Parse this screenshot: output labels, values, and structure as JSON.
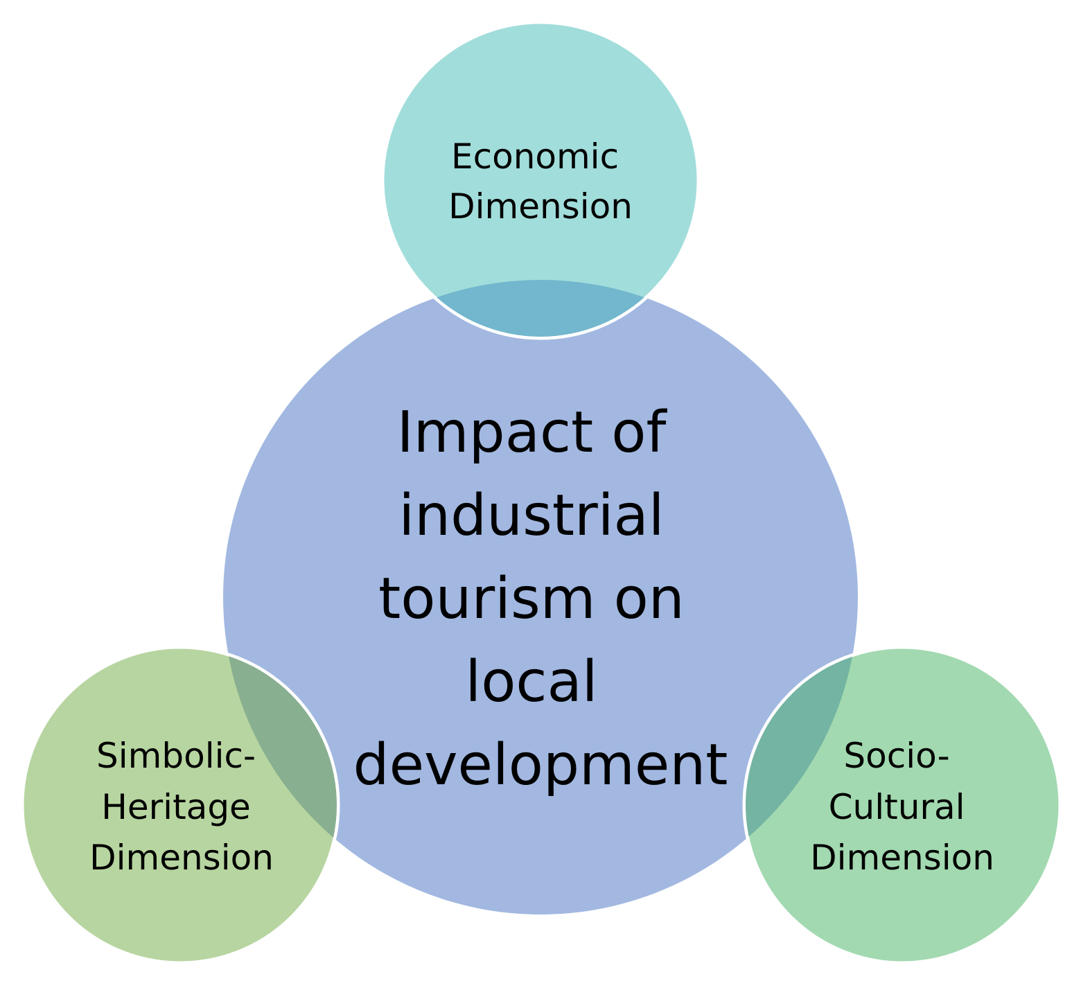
{
  "diagram": {
    "center": {
      "lines": [
        "Impact of",
        "industrial",
        "tourism on",
        "local",
        "development"
      ],
      "color": "#A2B8E1"
    },
    "economic": {
      "lines": [
        "Economic",
        "Dimension"
      ],
      "color": "#A1DDDB"
    },
    "symbolic": {
      "lines": [
        "Simbolic-",
        "Heritage",
        "Dimension"
      ],
      "color": "#B7D5A0"
    },
    "socio": {
      "lines": [
        "Socio-",
        "Cultural",
        "Dimension"
      ],
      "color": "#A2D9B0"
    },
    "overlaps": {
      "economic_center": "#72B7CD",
      "symbolic_center": "#89AF91",
      "socio_center": "#73B4A2"
    }
  }
}
